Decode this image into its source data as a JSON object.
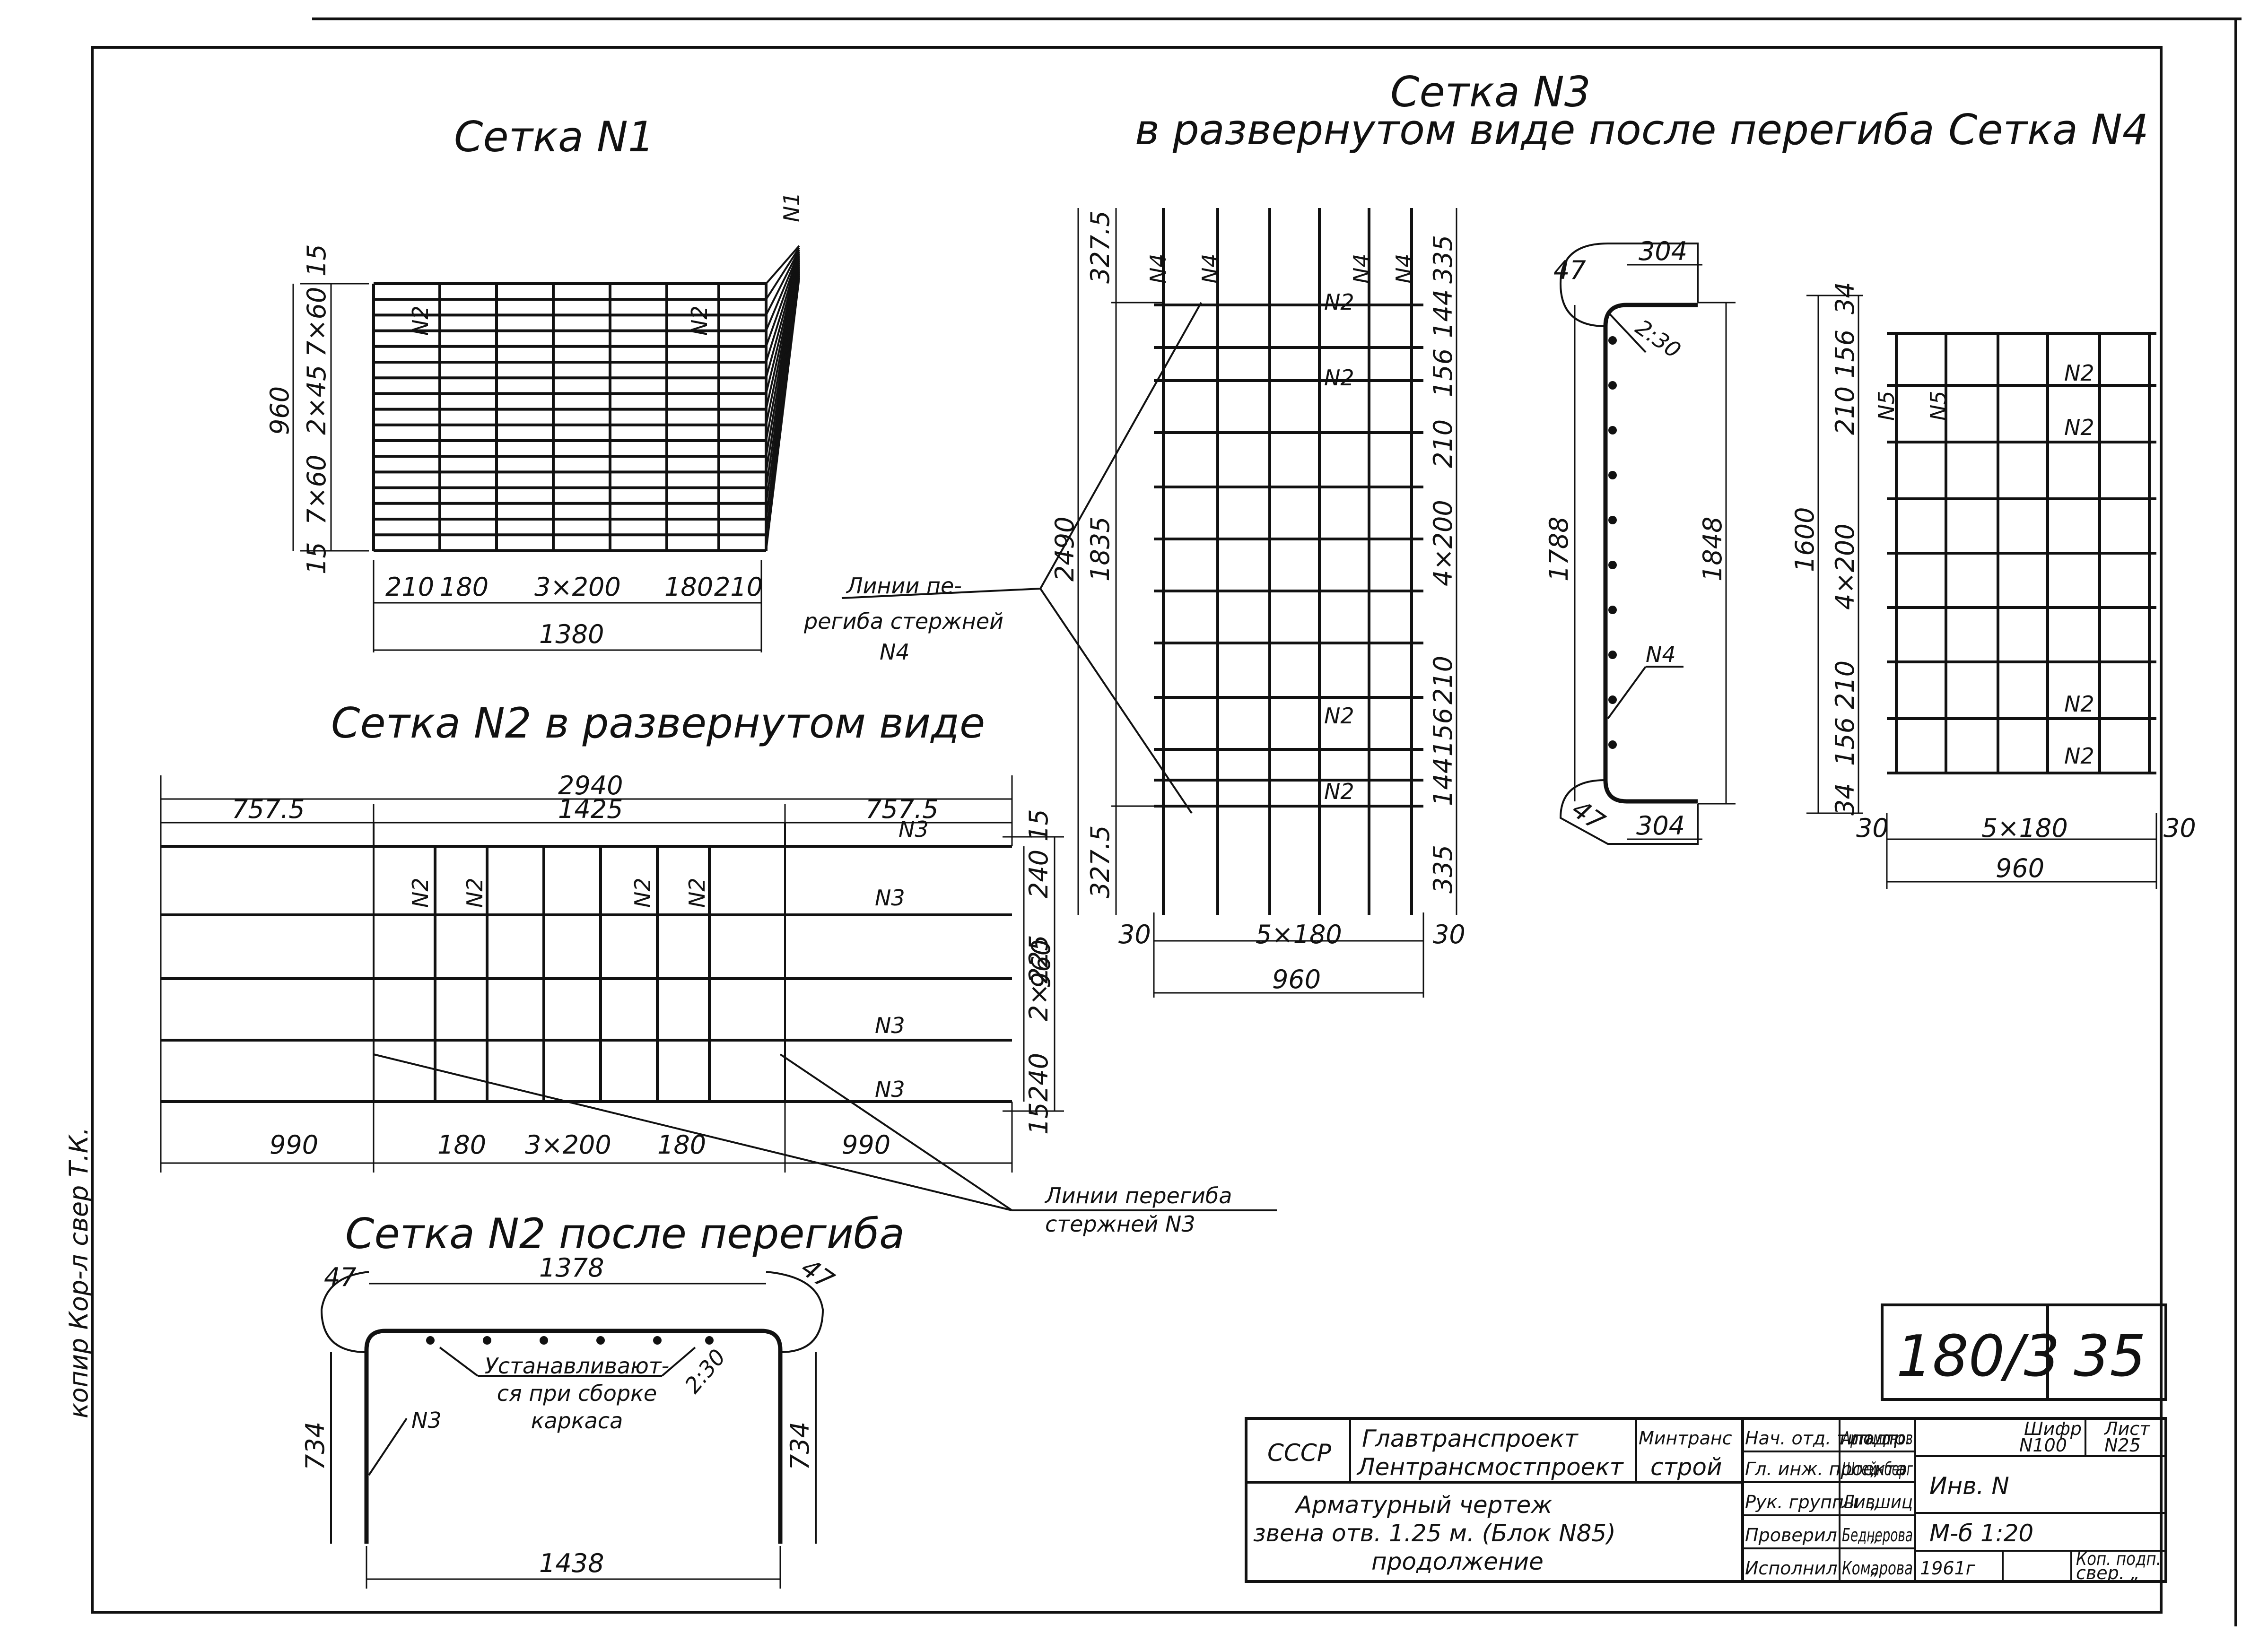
{
  "titles": {
    "mesh1": "Сетка N1",
    "mesh3_line1": "Сетка N3",
    "mesh3_line2": "в развернутом виде после перегиба",
    "mesh4": "Сетка N4",
    "mesh2_flat": "Сетка N2 в развернутом виде",
    "mesh2_bent": "Сетка N2 после перегиба"
  },
  "mesh1": {
    "dims": [
      "15",
      "7×60",
      "2×45",
      "7×60",
      "15",
      "960",
      "210",
      "180",
      "3×200",
      "180",
      "210",
      "1380"
    ],
    "marks": [
      "N1",
      "N2",
      "N2"
    ]
  },
  "mesh3": {
    "dims_left": [
      "327.5",
      "2490",
      "1835",
      "327.5"
    ],
    "dims_right": [
      "335",
      "144",
      "156",
      "210",
      "4×200",
      "210",
      "156",
      "144",
      "335"
    ],
    "dims_bottom": [
      "30",
      "5×180",
      "30",
      "960"
    ],
    "marks": [
      "N4",
      "N4",
      "N4",
      "N4",
      "N2",
      "N2",
      "N2",
      "N2"
    ]
  },
  "mesh3_section": {
    "dims": [
      "47",
      "304",
      "2:30",
      "1788",
      "1848",
      "N4",
      "47",
      "304"
    ]
  },
  "mesh4": {
    "dims_left": [
      "34",
      "156",
      "210",
      "1600",
      "4×200",
      "210",
      "156",
      "34"
    ],
    "dims_bottom": [
      "30",
      "5×180",
      "30",
      "960"
    ],
    "marks": [
      "N5",
      "N5",
      "N2",
      "N2",
      "N2",
      "N2"
    ]
  },
  "mesh2": {
    "dims_top": [
      "2940",
      "757.5",
      "1425",
      "757.5"
    ],
    "dims_right": [
      "15",
      "240",
      "2×225",
      "960",
      "240",
      "15"
    ],
    "dims_bottom": [
      "990",
      "180",
      "3×200",
      "180",
      "990"
    ],
    "marks": [
      "N2",
      "N2",
      "N2",
      "N2",
      "N3",
      "N3",
      "N3",
      "N3"
    ]
  },
  "mesh2_bent": {
    "dims": [
      "47",
      "1378",
      "47",
      "2:30",
      "734",
      "734",
      "1438",
      "N3"
    ],
    "note": "Устанавливают-ся при сборке каркаса"
  },
  "notes": {
    "bend_n4": [
      "Линии пе-",
      "региба стержней",
      "N4"
    ],
    "bend_n3": [
      "Линии перегиба",
      "стержней N3"
    ]
  },
  "margin_note": "копир  Кор-л  свер  Т.К.",
  "sheet_code": {
    "left": "180/3",
    "right": "35"
  },
  "title_block": {
    "country": "СССР",
    "org1": "Главтранспроект",
    "org2": "Лентрансмостпроект",
    "ministry1": "Минтранс",
    "ministry2": "строй",
    "drawing_title": [
      "Арматурный чертеж",
      "звена отв. 1.25 м. (Блок N85)",
      "продолжение"
    ],
    "roles": [
      "Нач. отд. тип. пр.",
      "Гл. инж. проекта",
      "Рук. группы",
      "Проверил",
      "Исполнил"
    ],
    "sign_marks": [
      "подп.",
      "„",
      "„",
      "„",
      "„"
    ],
    "names": [
      "Артамонов",
      "Штейнберг",
      "Лившиц",
      "Беднерова",
      "Комарова"
    ],
    "cipher_label": "Шифр",
    "cipher_value": "N100",
    "sheet_label": "Лист",
    "sheet_value": "N25",
    "inv": "Инв. N",
    "scale": "М-б 1:20",
    "year": "1961г",
    "copy_label": "Коп. подп.",
    "checked_label": "свер. „"
  }
}
